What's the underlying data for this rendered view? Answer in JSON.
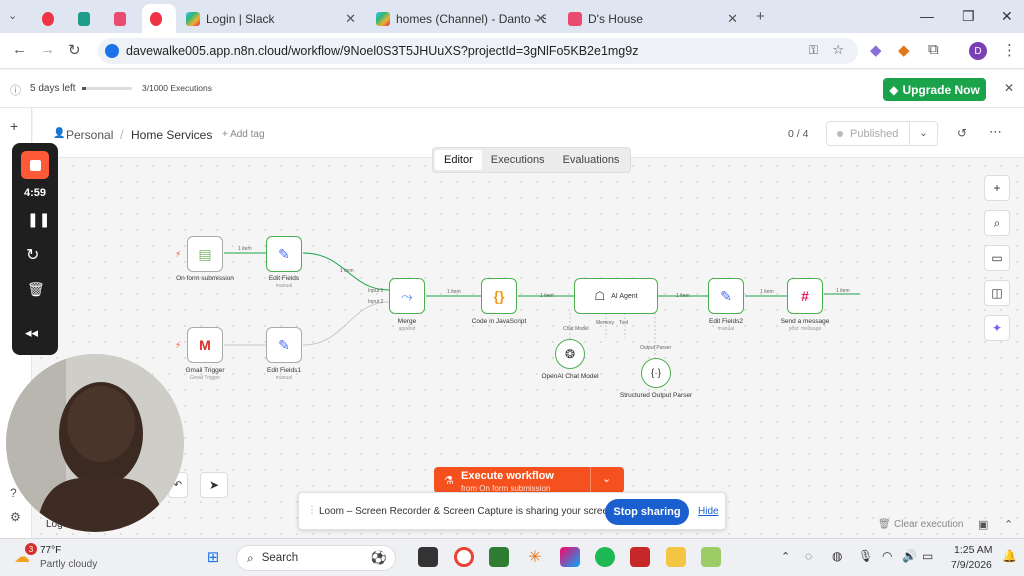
{
  "browser": {
    "tabs": [
      {
        "title": ""
      },
      {
        "title": ""
      },
      {
        "title": ""
      },
      {
        "title": ""
      },
      {
        "title": "Login | Slack"
      },
      {
        "title": "homes (Channel) - Danto - Slac"
      },
      {
        "title": "D's House"
      }
    ],
    "url": "davewalke005.app.n8n.cloud/workflow/9Noel0S3T5JHUuXS?projectId=3gNlFo5KB2e1mg9z",
    "profile_initial": "D"
  },
  "trial": {
    "days_left": "5 days left",
    "executions": "3/1000 Executions",
    "upgrade_label": "Upgrade Now"
  },
  "header": {
    "project": "Personal",
    "workflow_name": "Home Services",
    "add_tag": "+ Add tag",
    "counter": "0 / 4",
    "status": "Published"
  },
  "tabs": {
    "editor": "Editor",
    "executions": "Executions",
    "evaluations": "Evaluations"
  },
  "nodes": {
    "form": {
      "label": "On form submission"
    },
    "edit_fields": {
      "label": "Edit Fields",
      "sub": "manual"
    },
    "gmail": {
      "label": "Gmail Trigger",
      "sub": "Gmail Trigger"
    },
    "edit_fields1": {
      "label": "Edit Fields1",
      "sub": "manual"
    },
    "merge": {
      "label": "Merge",
      "sub": "append"
    },
    "code": {
      "label": "Code in JavaScript"
    },
    "agent": {
      "label": "AI Agent"
    },
    "edit_fields2": {
      "label": "Edit Fields2",
      "sub": "manual"
    },
    "slack": {
      "label": "Send a message",
      "sub": "post: message"
    },
    "openai": {
      "label": "OpenAI Chat Model"
    },
    "parser": {
      "label": "Structured Output Parser"
    }
  },
  "edge_labels": {
    "item": "1 item",
    "input1": "Input 1",
    "input2": "Input 2",
    "chat_model": "Chat Model",
    "memory": "Memory",
    "tool": "Tool",
    "output_parser": "Output Parser"
  },
  "execute": {
    "label": "Execute workflow",
    "sub": "from On form submission"
  },
  "loom": {
    "message": "Loom – Screen Recorder & Screen Capture is sharing your screen.",
    "stop": "Stop sharing",
    "hide": "Hide"
  },
  "recorder": {
    "timer": "4:59"
  },
  "footer": {
    "clear": "Clear execution",
    "logs": "Logs"
  },
  "taskbar": {
    "badge": "3",
    "temp": "77°F",
    "weather": "Partly cloudy",
    "search": "Search",
    "time": "1:25 AM",
    "date": "7/9/2026"
  }
}
